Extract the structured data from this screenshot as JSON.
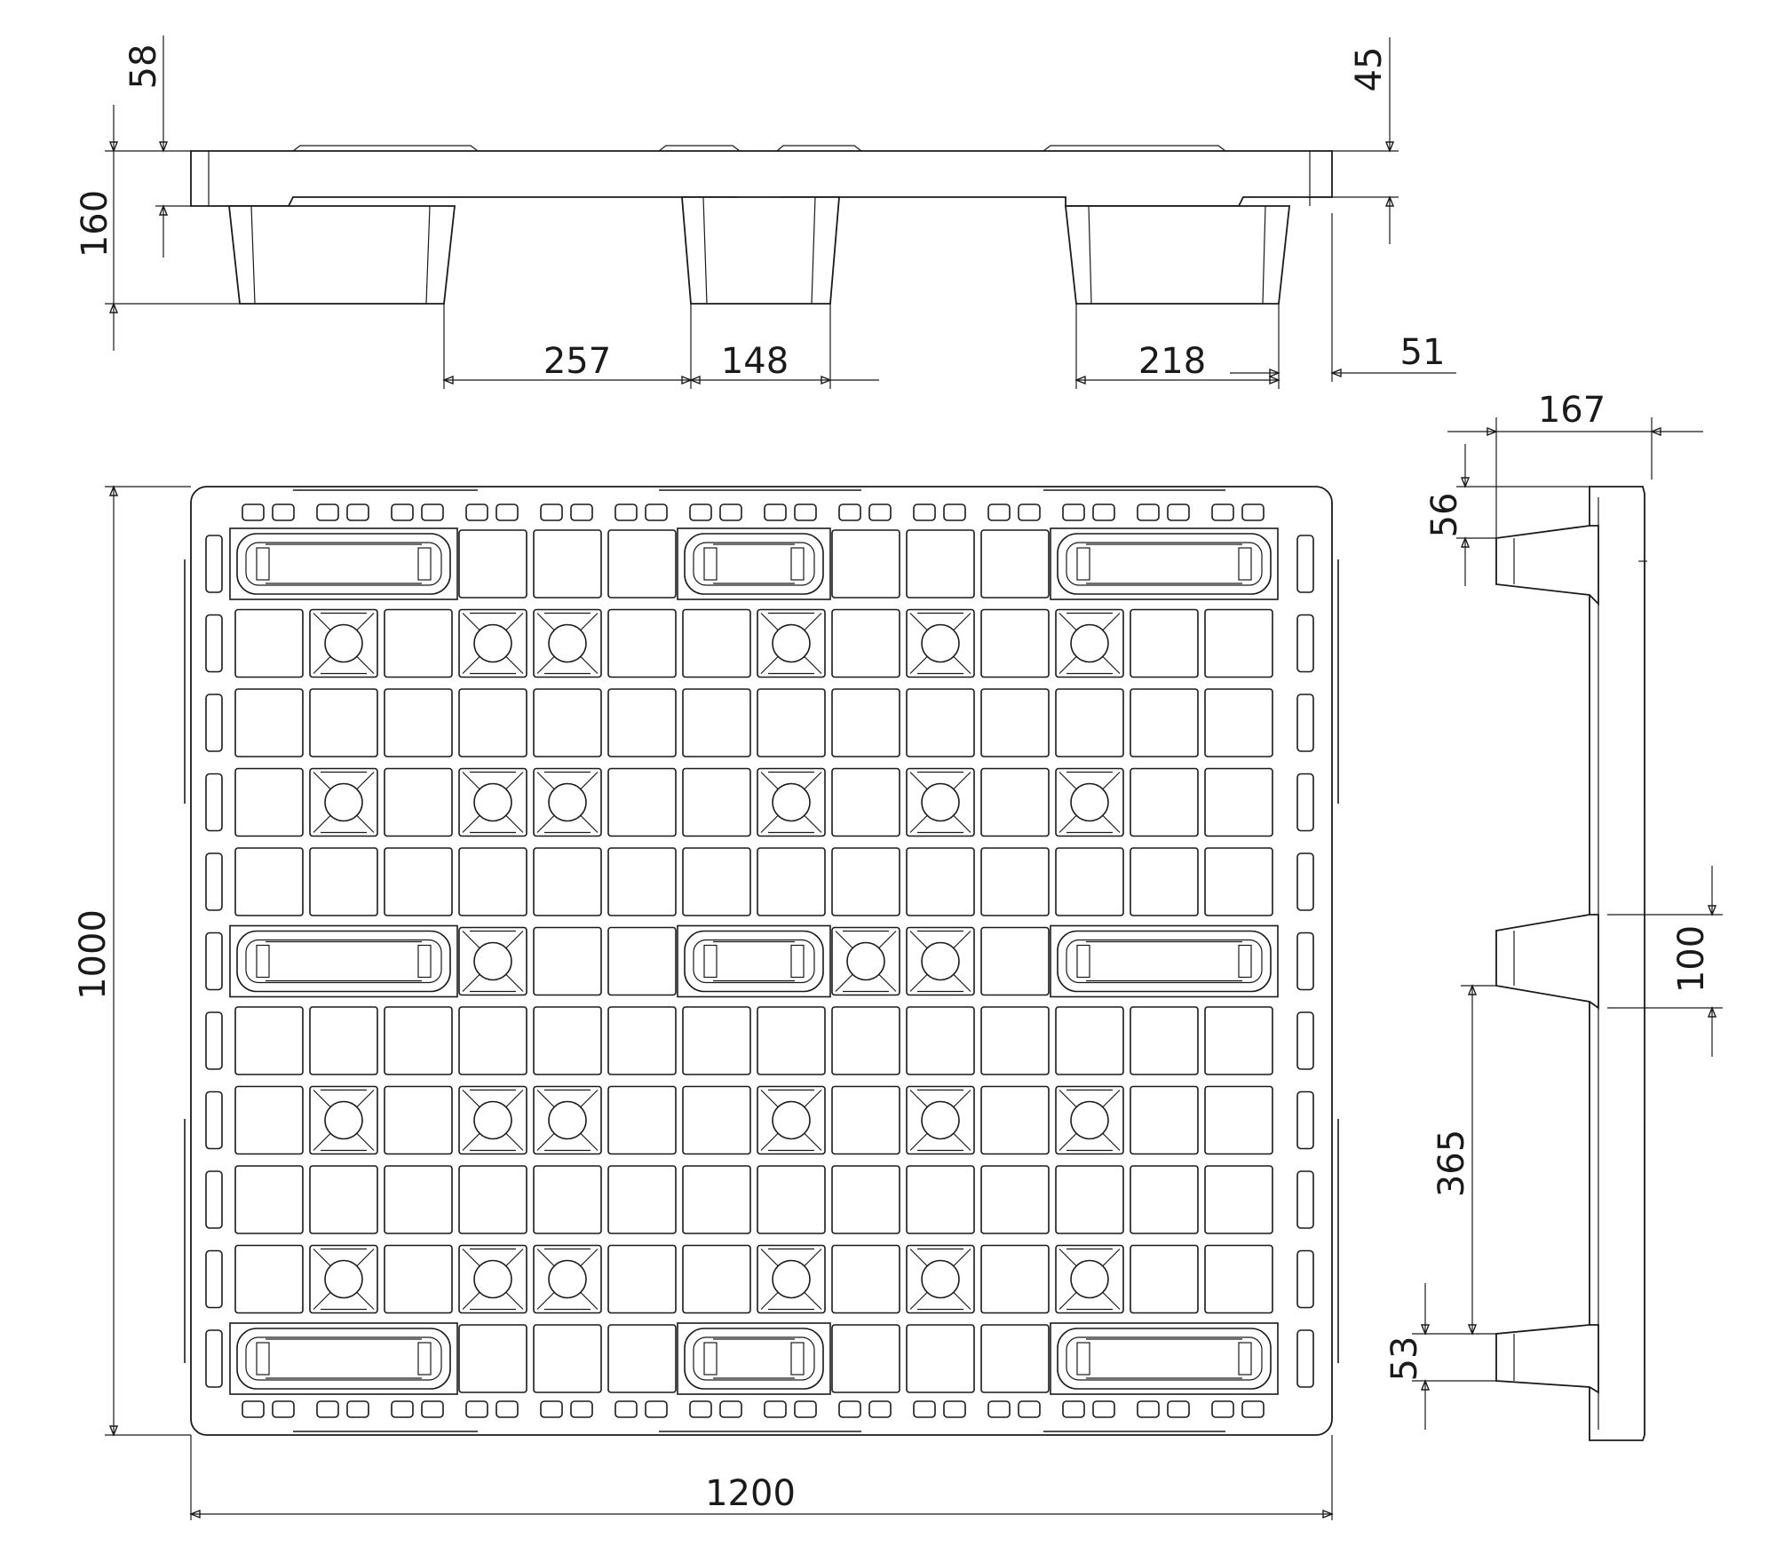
{
  "dimensions": {
    "side_view": {
      "deck_thickness": "58",
      "top_offset": "45",
      "total_height": "160",
      "gap_left": "257",
      "block_width": "148",
      "block_width_right": "218",
      "edge_overhang": "51"
    },
    "top_view": {
      "overall_depth": "1000",
      "overall_length": "1200"
    },
    "end_view": {
      "end_height": "167",
      "runner_width": "56",
      "center_block": "100",
      "span": "365",
      "edge_block": "53"
    }
  },
  "colors": {
    "line": "#1a1a1a",
    "background": "#ffffff"
  }
}
